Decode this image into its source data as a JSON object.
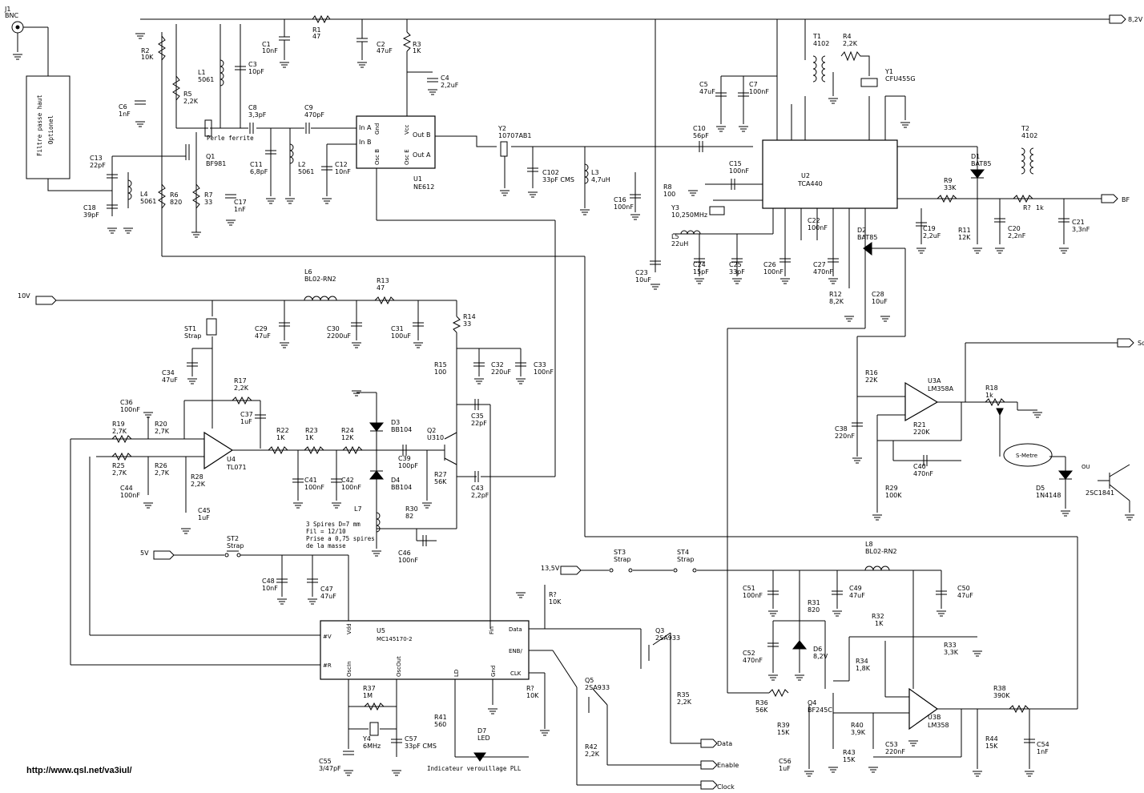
{
  "connector_j1": {
    "ref": "J1",
    "type": "BNC"
  },
  "filter_box": {
    "line1": "Filtre passe haut",
    "line2": "Optionel"
  },
  "nets": {
    "v82": "8,2V",
    "v10": "10V",
    "v5": "5V",
    "v135": "13,5V",
    "bf": "BF",
    "squelch": "Squelch",
    "data": "Data",
    "enable": "Enable",
    "clock": "Clock",
    "ou": "OU"
  },
  "ics": {
    "u1": {
      "ref": "U1",
      "part": "NE612",
      "pins": [
        "In A",
        "In B",
        "Gnd",
        "Vcc",
        "Out B",
        "Out A",
        "Osc B",
        "Osc E"
      ]
    },
    "u2": {
      "ref": "U2",
      "part": "TCA440"
    },
    "u3a": {
      "ref": "U3A",
      "part": "LM358A"
    },
    "u3b": {
      "ref": "U3B",
      "part": "LM358"
    },
    "u4": {
      "ref": "U4",
      "part": "TL071"
    },
    "u5": {
      "ref": "U5",
      "part": "MC145170-2",
      "pins": [
        "Vdd",
        "Fin",
        "Data",
        "ENB/",
        "CLK",
        "#V",
        "#R",
        "OscIn",
        "OscOut",
        "LD",
        "Gnd"
      ]
    }
  },
  "components": {
    "r1": [
      "R1",
      "47"
    ],
    "r2": [
      "R2",
      "10K"
    ],
    "r3": [
      "R3",
      "1K"
    ],
    "r4": [
      "R4",
      "2,2K"
    ],
    "r5": [
      "R5",
      "2,2K"
    ],
    "r6": [
      "R6",
      "820"
    ],
    "r7": [
      "R7",
      "33"
    ],
    "r8": [
      "R8",
      "100"
    ],
    "r9": [
      "R9",
      "33K"
    ],
    "r11": [
      "R11",
      "12K"
    ],
    "r12": [
      "R12",
      "8,2K"
    ],
    "rq1": [
      "R?",
      "1k"
    ],
    "r13": [
      "R13",
      "47"
    ],
    "r14": [
      "R14",
      "33"
    ],
    "r15": [
      "R15",
      "100"
    ],
    "r16": [
      "R16",
      "22K"
    ],
    "r17": [
      "R17",
      "2,2K"
    ],
    "r18": [
      "R18",
      "1k"
    ],
    "r19": [
      "R19",
      "2,7K"
    ],
    "r20": [
      "R20",
      "2,7K"
    ],
    "r21": [
      "R21",
      "220K"
    ],
    "r22": [
      "R22",
      "1K"
    ],
    "r23": [
      "R23",
      "1K"
    ],
    "r24": [
      "R24",
      "12K"
    ],
    "r25": [
      "R25",
      "2,7K"
    ],
    "r26": [
      "R26",
      "2,7K"
    ],
    "r27": [
      "R27",
      "56K"
    ],
    "r28": [
      "R28",
      "2,2K"
    ],
    "r29": [
      "R29",
      "100K"
    ],
    "r30": [
      "R30",
      "82"
    ],
    "r31": [
      "R31",
      "820"
    ],
    "r32": [
      "R32",
      "1K"
    ],
    "r33": [
      "R33",
      "3,3K"
    ],
    "r34": [
      "R34",
      "1,8K"
    ],
    "r35": [
      "R35",
      "2,2K"
    ],
    "r36": [
      "R36",
      "56K"
    ],
    "r37": [
      "R37",
      "1M"
    ],
    "r38": [
      "R38",
      "390K"
    ],
    "r39": [
      "R39",
      "15K"
    ],
    "r40": [
      "R40",
      "3,9K"
    ],
    "r41": [
      "R41",
      "560"
    ],
    "r42": [
      "R42",
      "2,2K"
    ],
    "r43": [
      "R43",
      "15K"
    ],
    "r44": [
      "R44",
      "15K"
    ],
    "rq2": [
      "R?",
      "10K"
    ],
    "rq3": [
      "R?",
      "10K"
    ],
    "c1": [
      "C1",
      "10nF"
    ],
    "c2": [
      "C2",
      "47uF"
    ],
    "c3": [
      "C3",
      "10pF"
    ],
    "c4": [
      "C4",
      "2,2uF"
    ],
    "c5": [
      "C5",
      "47uF"
    ],
    "c6": [
      "C6",
      "1nF"
    ],
    "c7": [
      "C7",
      "100nF"
    ],
    "c8": [
      "C8",
      "3,3pF"
    ],
    "c9": [
      "C9",
      "470pF"
    ],
    "c10": [
      "C10",
      "56pF"
    ],
    "c11": [
      "C11",
      "6,8pF"
    ],
    "c12": [
      "C12",
      "10nF"
    ],
    "c13": [
      "C13",
      "22pF"
    ],
    "c15": [
      "C15",
      "100nF"
    ],
    "c16": [
      "C16",
      "100nF"
    ],
    "c17": [
      "C17",
      "1nF"
    ],
    "c18": [
      "C18",
      "39pF"
    ],
    "c19": [
      "C19",
      "2,2uF"
    ],
    "c20": [
      "C20",
      "2,2nF"
    ],
    "c21": [
      "C21",
      "3,3nF"
    ],
    "c22": [
      "C22",
      "100nF"
    ],
    "c23": [
      "C23",
      "10uF"
    ],
    "c24": [
      "C24",
      "15pF"
    ],
    "c25": [
      "C25",
      "33pF"
    ],
    "c26": [
      "C26",
      "100nF"
    ],
    "c27": [
      "C27",
      "470nF"
    ],
    "c28": [
      "C28",
      "10uF"
    ],
    "c29": [
      "C29",
      "47uF"
    ],
    "c30": [
      "C30",
      "2200uF"
    ],
    "c31": [
      "C31",
      "100uF"
    ],
    "c32": [
      "C32",
      "220uF"
    ],
    "c33": [
      "C33",
      "100nF"
    ],
    "c34": [
      "C34",
      "47uF"
    ],
    "c35": [
      "C35",
      "22pF"
    ],
    "c36": [
      "C36",
      "100nF"
    ],
    "c37": [
      "C37",
      "1uF"
    ],
    "c38": [
      "C38",
      "220nF"
    ],
    "c39": [
      "C39",
      "100pF"
    ],
    "c40": [
      "C40",
      "470nF"
    ],
    "c41": [
      "C41",
      "100nF"
    ],
    "c42": [
      "C42",
      "100nF"
    ],
    "c43": [
      "C43",
      "2,2pF"
    ],
    "c44": [
      "C44",
      "100nF"
    ],
    "c45": [
      "C45",
      "1uF"
    ],
    "c46": [
      "C46",
      "100nF"
    ],
    "c47": [
      "C47",
      "47uF"
    ],
    "c48": [
      "C48",
      "10nF"
    ],
    "c49": [
      "C49",
      "47uF"
    ],
    "c50": [
      "C50",
      "47uF"
    ],
    "c51": [
      "C51",
      "100nF"
    ],
    "c52": [
      "C52",
      "470nF"
    ],
    "c53": [
      "C53",
      "220nF"
    ],
    "c54": [
      "C54",
      "1nF"
    ],
    "c55": [
      "C55",
      "3/47pF"
    ],
    "c56": [
      "C56",
      "1uF"
    ],
    "c57": [
      "C57",
      "33pF CMS"
    ],
    "c102": [
      "C102",
      "33pF CMS"
    ],
    "l1": [
      "L1",
      "5061"
    ],
    "l2": [
      "L2",
      "5061"
    ],
    "l3": [
      "L3",
      "4,7uH"
    ],
    "l4": [
      "L4",
      "5061"
    ],
    "l5": [
      "L5",
      "22uH"
    ],
    "l6": [
      "L6",
      "BL02-RN2"
    ],
    "l7": [
      "L7",
      ""
    ],
    "l8": [
      "L8",
      "BL02-RN2"
    ],
    "t1": [
      "T1",
      "4102"
    ],
    "t2": [
      "T2",
      "4102"
    ],
    "y1": [
      "Y1",
      "CFU455G"
    ],
    "y2": [
      "Y2",
      "10707AB1"
    ],
    "y3": [
      "Y3",
      "10,250MHz"
    ],
    "y4": [
      "Y4",
      "6MHz"
    ],
    "q1": [
      "Q1",
      "BF981"
    ],
    "q2": [
      "Q2",
      "U310"
    ],
    "q3": [
      "Q3",
      "2SA933"
    ],
    "q4": [
      "Q4",
      "BF245C"
    ],
    "q5": [
      "Q5",
      "2SA933"
    ],
    "q6": [
      "",
      "2SC1841"
    ],
    "d1": [
      "D1",
      "BAT85"
    ],
    "d2": [
      "D2",
      "BAT85"
    ],
    "d3": [
      "D3",
      "BB104"
    ],
    "d4": [
      "D4",
      "BB104"
    ],
    "d5": [
      "D5",
      "1N4148"
    ],
    "d6": [
      "D6",
      "8,2V"
    ],
    "d7": [
      "D7",
      "LED"
    ],
    "st1": [
      "ST1",
      "Strap"
    ],
    "st2": [
      "ST2",
      "Strap"
    ],
    "st3": [
      "ST3",
      "Strap"
    ],
    "st4": [
      "ST4",
      "Strap"
    ]
  },
  "notes": {
    "perle": "Perle ferrite",
    "l7_1": "3 Spires D=7 mm",
    "l7_2": "Fil = 12/10",
    "l7_3": "Prise a 0,75 spires",
    "l7_4": "de la masse",
    "pll": "Indicateur verouillage PLL",
    "meter": "S-Metre",
    "url": "http://www.qsl.net/va3iul/"
  }
}
